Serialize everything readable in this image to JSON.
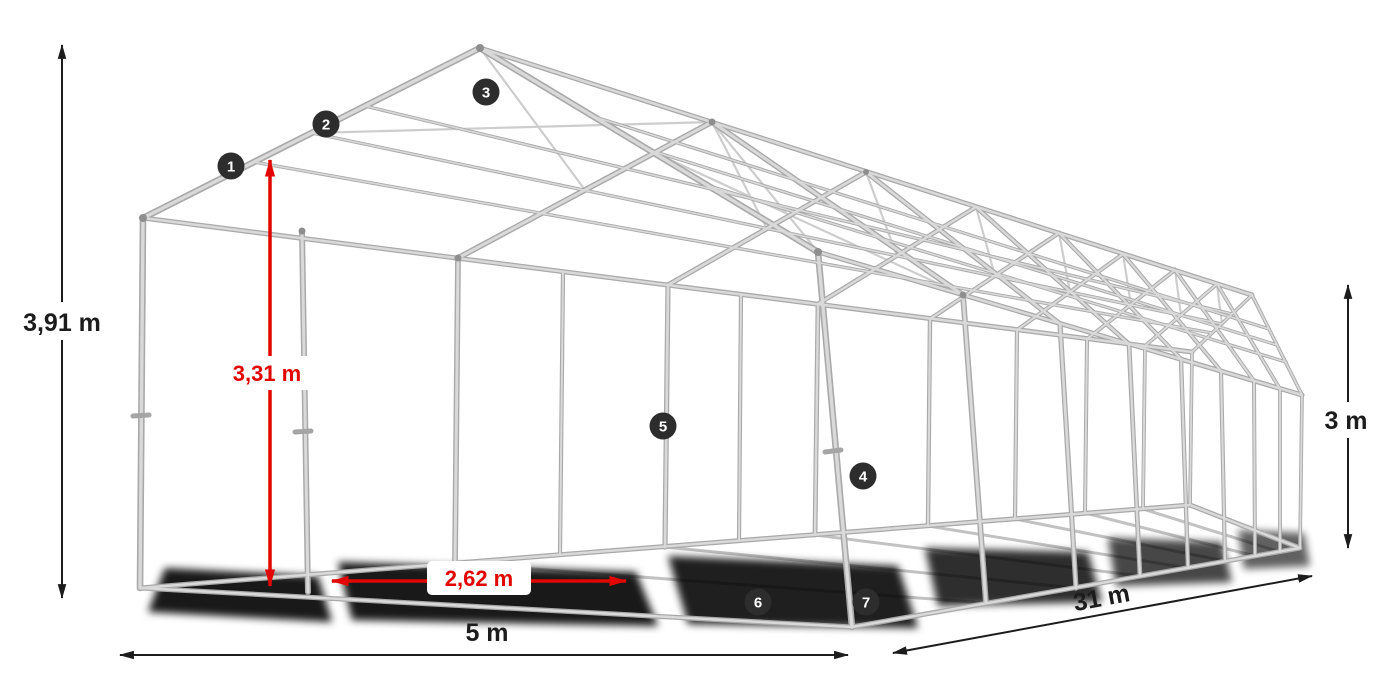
{
  "diagram": {
    "name": "Tent steel frame construction diagram with dimensions",
    "dimension_labels": {
      "total_height": "3,91 m",
      "inner_height": "3,31 m",
      "side_height": "3 m",
      "width": "5 m",
      "length": "31 m",
      "bay_spacing": "2,62 m"
    },
    "markers": [
      {
        "label": "1"
      },
      {
        "label": "2"
      },
      {
        "label": "3"
      },
      {
        "label": "4"
      },
      {
        "label": "5"
      },
      {
        "label": "6"
      },
      {
        "label": "7"
      }
    ],
    "colors": {
      "background": "#ffffff",
      "frame_pipe": "#d9d9d9",
      "frame_pipe_shade": "#a9a9a9",
      "dimension_line": "#1c1c1c",
      "accent_red": "#e10600",
      "marker_background": "#2d2d2d",
      "marker_text": "#ffffff",
      "shadow": "#000000"
    }
  }
}
